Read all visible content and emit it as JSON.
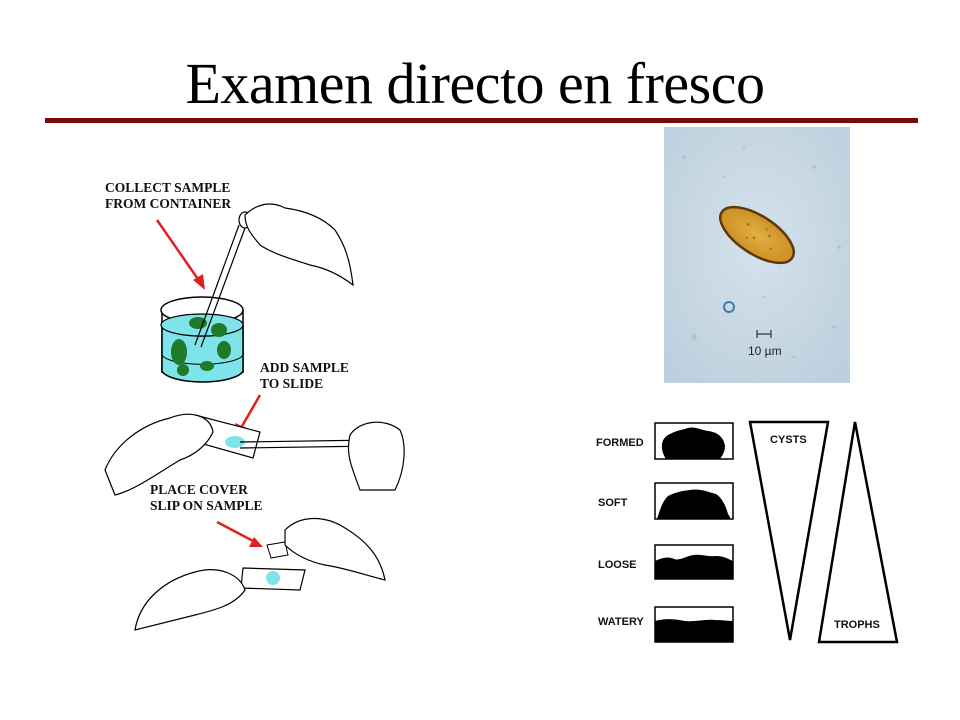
{
  "slide": {
    "title": "Examen directo en fresco",
    "accent_color": "#7a0a0a"
  },
  "procedure_illustration": {
    "steps": [
      {
        "label_line1": "COLLECT SAMPLE",
        "label_line2": "FROM CONTAINER"
      },
      {
        "label_line1": "ADD SAMPLE",
        "label_line2": "TO SLIDE"
      },
      {
        "label_line1": "PLACE COVER",
        "label_line2": "SLIP ON SAMPLE"
      }
    ],
    "arrow_color": "#e02020",
    "liquid_color": "#7fe3ea",
    "specimen_color": "#1f7a2a"
  },
  "micrograph": {
    "scale_label": "10 µm",
    "egg_color": "#d9a030",
    "background_color": "#c9d9e4"
  },
  "stool_consistency_diagram": {
    "consistencies": [
      "FORMED",
      "SOFT",
      "LOOSE",
      "WATERY"
    ],
    "cysts_label": "CYSTS",
    "trophs_label": "TROPHS"
  }
}
